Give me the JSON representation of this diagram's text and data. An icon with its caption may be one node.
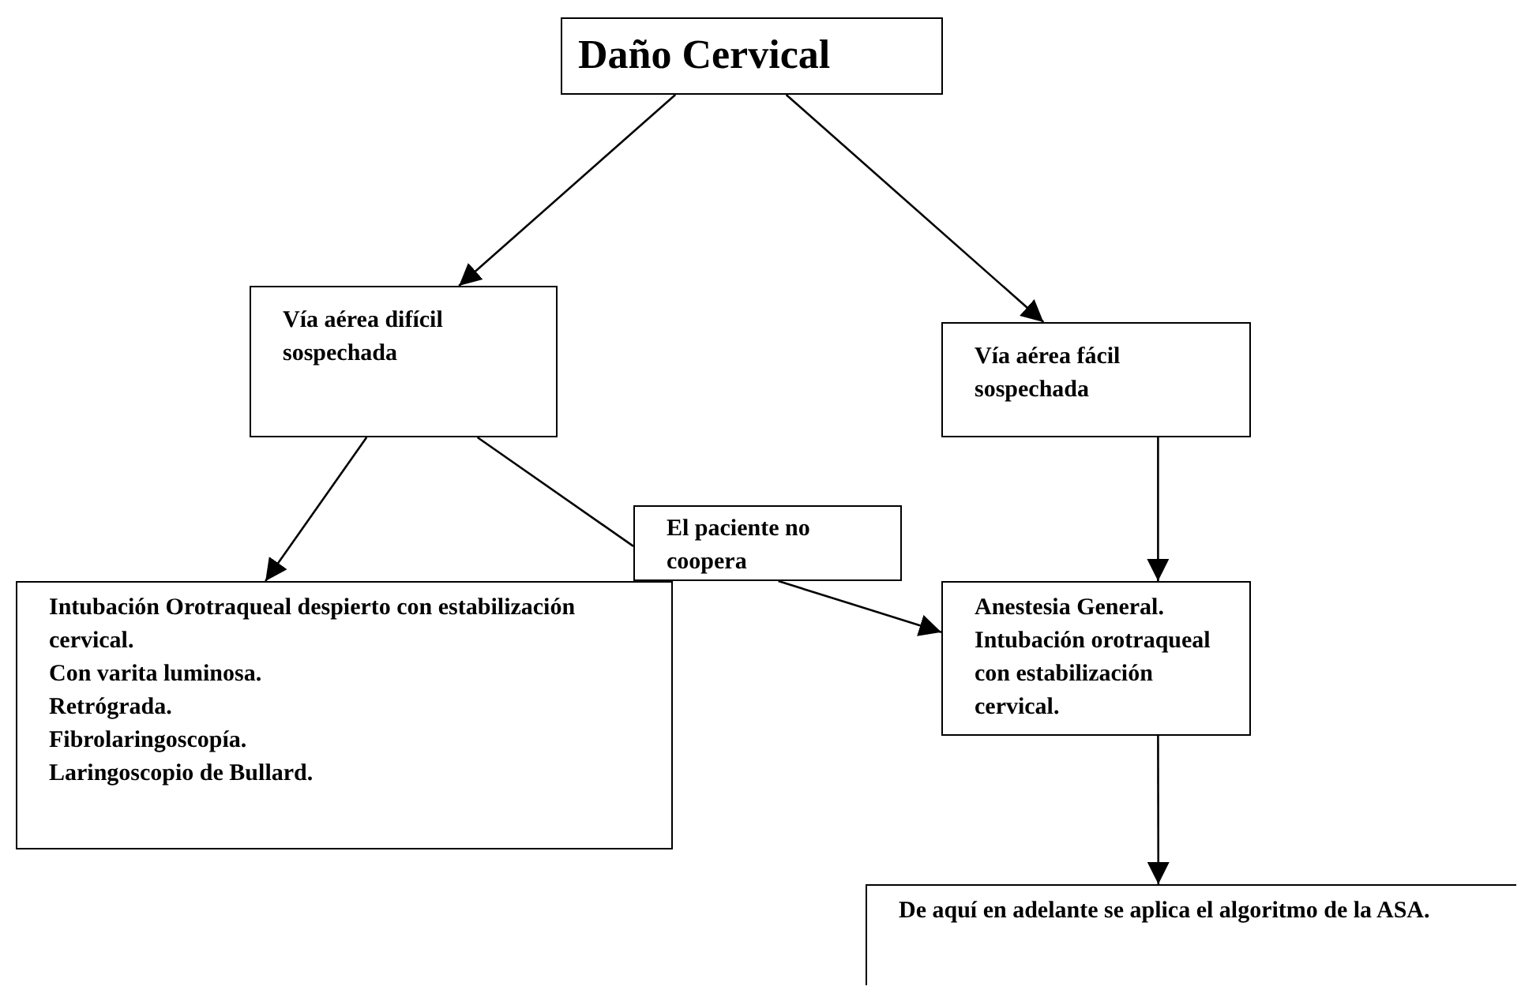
{
  "diagram": {
    "nodes": [
      {
        "text": [
          "Daño Cervical"
        ]
      },
      {
        "text": [
          "Vía aérea difícil sospechada"
        ]
      },
      {
        "text": [
          "Vía aérea fácil sospechada"
        ]
      },
      {
        "text": [
          "El paciente no coopera"
        ]
      },
      {
        "text": [
          "Intubación Orotraqueal despierto con estabilización cervical.",
          "Con varita luminosa.",
          "Retrógrada.",
          "Fibrolaringoscopía.",
          "Laringoscopio de Bullard."
        ]
      },
      {
        "text": [
          "Anestesia General. Intubación orotraqueal con estabilización cervical."
        ]
      },
      {
        "text": [
          "De aquí en adelante se aplica el algoritmo de la ASA."
        ]
      }
    ],
    "edges": [
      {
        "from": 0,
        "to": 1,
        "arrow": "to"
      },
      {
        "from": 0,
        "to": 2,
        "arrow": "to"
      },
      {
        "from": 1,
        "to": 4,
        "arrow": "to"
      },
      {
        "from": 2,
        "to": 5,
        "arrow": "to"
      },
      {
        "from": 1,
        "to": 3,
        "arrow": "none"
      },
      {
        "from": 3,
        "to": 5,
        "arrow": "to"
      },
      {
        "from": 5,
        "to": 6,
        "arrow": "to"
      }
    ]
  }
}
